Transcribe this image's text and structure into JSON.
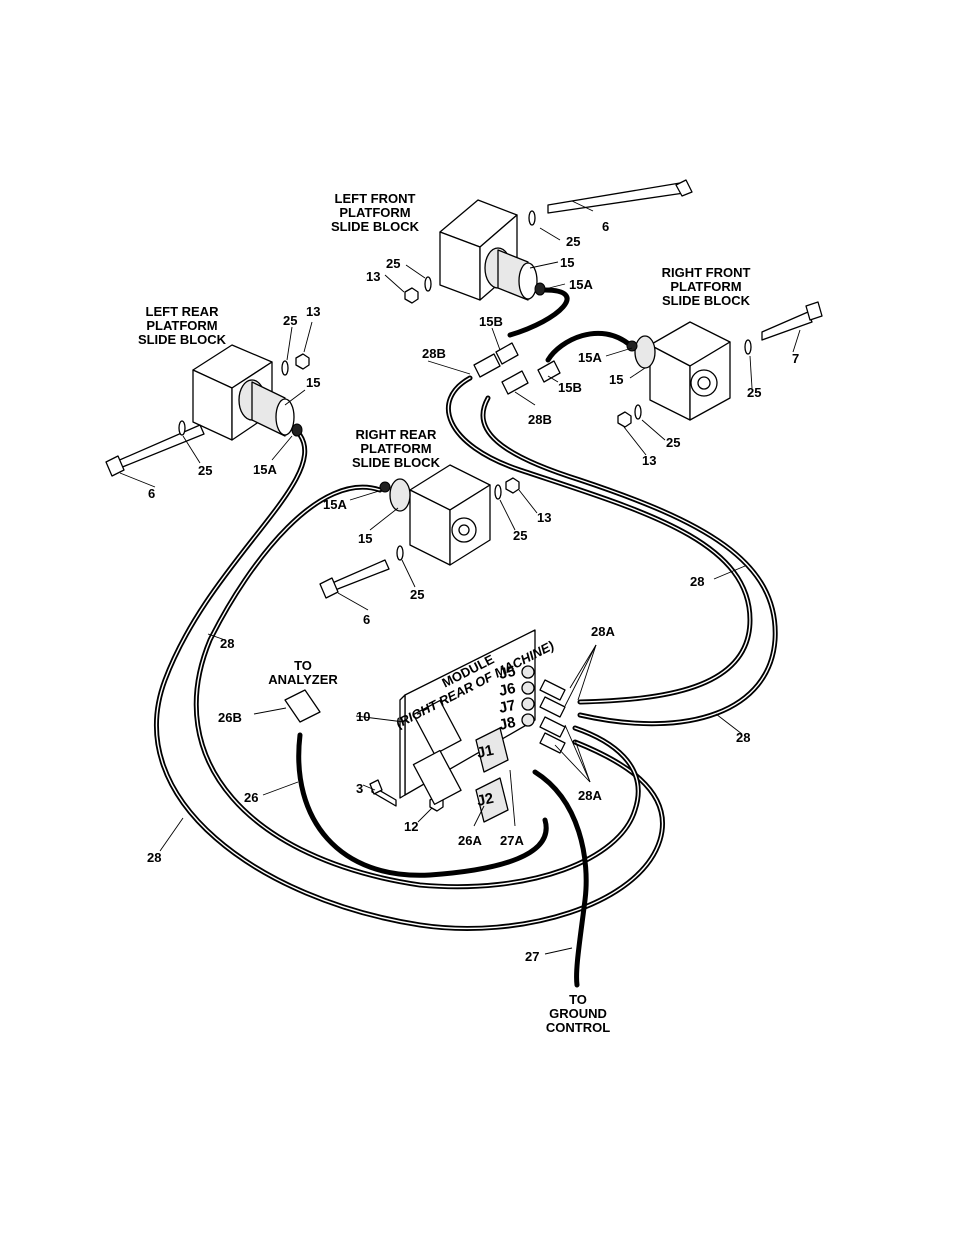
{
  "blocks": {
    "left_front": "LEFT FRONT|PLATFORM|SLIDE BLOCK",
    "right_front": "RIGHT FRONT|PLATFORM|SLIDE BLOCK",
    "left_rear": "LEFT REAR|PLATFORM|SLIDE BLOCK",
    "right_rear": "RIGHT REAR|PLATFORM|SLIDE BLOCK"
  },
  "module": {
    "line1": "MODULE",
    "line2": "(RIGHT REAR OF MACHINE)"
  },
  "to_analyzer": "TO|ANALYZER",
  "to_ground": "TO|GROUND|CONTROL",
  "jacks": [
    "J5",
    "J6",
    "J7",
    "J8"
  ],
  "connectors": [
    "J1",
    "J2"
  ],
  "callouts": {
    "p6": "6",
    "p7": "7",
    "p3": "3",
    "p10": "10",
    "p12": "12",
    "p13": "13",
    "p15": "15",
    "p15a": "15A",
    "p15b": "15B",
    "p25": "25",
    "p26": "26",
    "p26a": "26A",
    "p26b": "26B",
    "p27": "27",
    "p27a": "27A",
    "p28": "28",
    "p28a": "28A",
    "p28b": "28B"
  }
}
